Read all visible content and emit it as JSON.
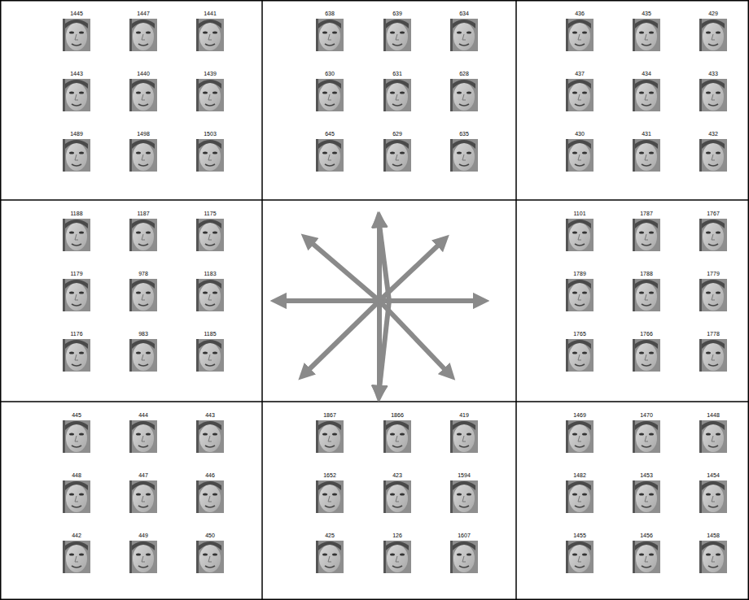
{
  "diagram": {
    "nodes": [
      {
        "text": [
          "1445",
          "1447",
          "1441",
          "1443",
          "1440",
          "1439",
          "1489",
          "1498",
          "1503"
        ]
      },
      {
        "text": [
          "638",
          "639",
          "634",
          "630",
          "631",
          "628",
          "645",
          "629",
          "635"
        ]
      },
      {
        "text": [
          "436",
          "435",
          "429",
          "437",
          "434",
          "433",
          "430",
          "431",
          "432"
        ]
      },
      {
        "text": [
          "1188",
          "1187",
          "1175",
          "1179",
          "978",
          "1183",
          "1176",
          "983",
          "1185"
        ]
      },
      {
        "text": [
          "1101",
          "1787",
          "1767",
          "1789",
          "1788",
          "1779",
          "1765",
          "1766",
          "1778"
        ]
      },
      {
        "text": [
          "445",
          "444",
          "443",
          "448",
          "447",
          "446",
          "442",
          "449",
          "450"
        ]
      },
      {
        "text": [
          "1867",
          "1866",
          "419",
          "1652",
          "423",
          "1594",
          "425",
          "126",
          "1607"
        ]
      },
      {
        "text": [
          "1469",
          "1470",
          "1448",
          "1482",
          "1453",
          "1454",
          "1455",
          "1456",
          "1458"
        ]
      }
    ]
  }
}
